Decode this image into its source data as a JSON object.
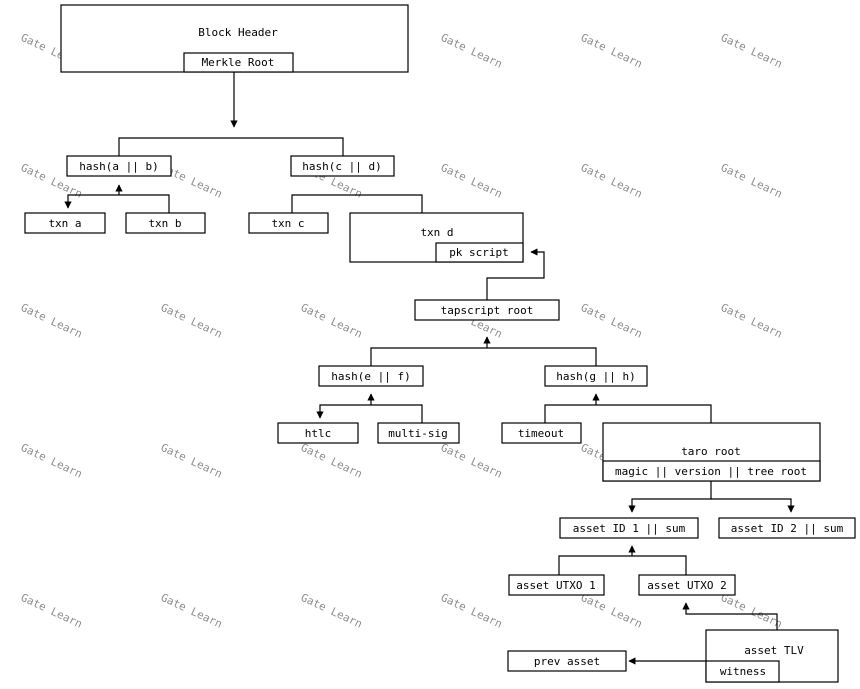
{
  "watermark": "Gate Learn",
  "nodes": {
    "block_header": "Block Header",
    "merkle_root": "Merkle Root",
    "hash_ab": "hash(a || b)",
    "hash_cd": "hash(c || d)",
    "txn_a": "txn a",
    "txn_b": "txn b",
    "txn_c": "txn c",
    "txn_d": "txn d",
    "pk_script": "pk script",
    "tapscript_root": "tapscript root",
    "hash_ef": "hash(e || f)",
    "hash_gh": "hash(g || h)",
    "htlc": "htlc",
    "multisig": "multi-sig",
    "timeout": "timeout",
    "taro_root": "taro root",
    "taro_fields": "magic || version || tree root",
    "asset_id_1": "asset ID 1 || sum",
    "asset_id_2": "asset ID 2 || sum",
    "asset_utxo_1": "asset UTXO 1",
    "asset_utxo_2": "asset UTXO 2",
    "asset_tlv": "asset TLV",
    "witness": "witness",
    "prev_asset": "prev asset"
  }
}
